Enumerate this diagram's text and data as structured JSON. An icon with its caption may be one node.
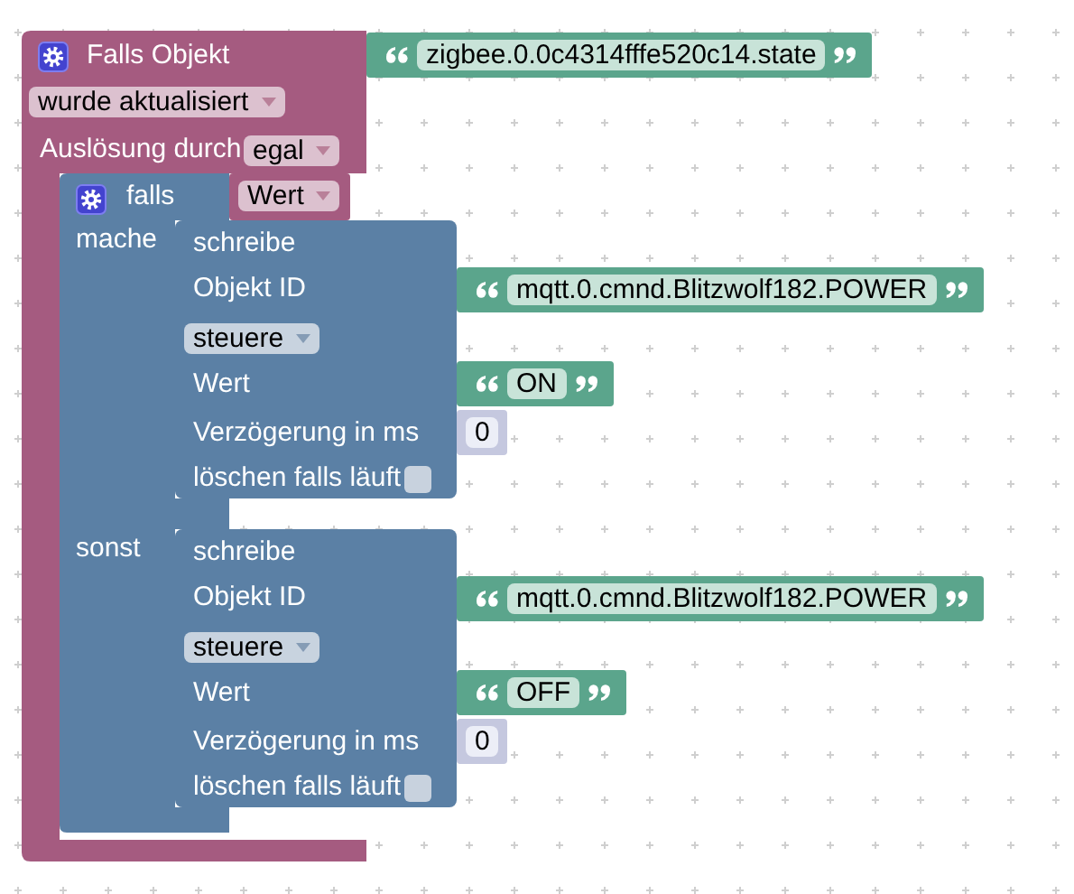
{
  "diagram": {
    "nodes": [
      {
        "text": [
          "Falls Objekt",
          "Auslösung durch"
        ]
      },
      {
        "text": [
          "zigbee.0.0c4314fffe520c14.state"
        ]
      },
      {
        "text": [
          "wurde aktualisiert"
        ],
        "in": 0
      },
      {
        "text": [
          "egal"
        ],
        "in": 0
      },
      {
        "text": [
          "falls",
          "mache",
          "sonst"
        ],
        "in": 0
      },
      {
        "text": [
          "Wert"
        ],
        "in": 0
      },
      {
        "text": [
          "schreibe",
          "Objekt ID",
          "Wert",
          "Verzögerung in ms",
          "löschen falls läuft"
        ]
      },
      {
        "text": [
          "mqtt.0.cmnd.Blitzwolf182.POWER"
        ]
      },
      {
        "text": [
          "steuere"
        ],
        "in": 6
      },
      {
        "text": [
          "ON"
        ]
      },
      {
        "text": [
          "0"
        ]
      },
      {
        "text": [
          "schreibe",
          "Objekt ID",
          "Wert",
          "Verzögerung in ms",
          "löschen falls läuft"
        ]
      },
      {
        "text": [
          "mqtt.0.cmnd.Blitzwolf182.POWER"
        ]
      },
      {
        "text": [
          "steuere"
        ],
        "in": 11
      },
      {
        "text": [
          "OFF"
        ]
      },
      {
        "text": [
          "0"
        ]
      }
    ]
  }
}
